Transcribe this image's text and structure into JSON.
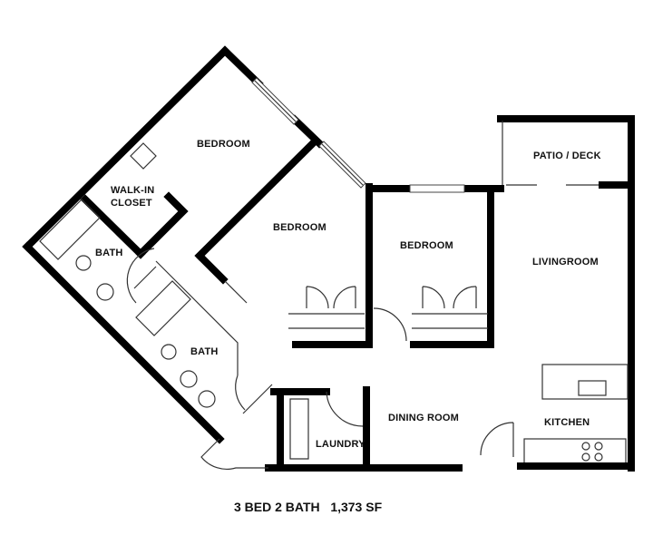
{
  "floorplan": {
    "summary": {
      "bedrooms": "3 BED",
      "baths": "2 BATH",
      "area": "1,373 SF",
      "caption": "3 BED 2 BATH   1,373 SF"
    },
    "rooms": [
      {
        "id": "bedroom-1",
        "label": "BEDROOM"
      },
      {
        "id": "walk-in-closet",
        "label": "WALK-IN\nCLOSET",
        "line1": "WALK-IN",
        "line2": "CLOSET"
      },
      {
        "id": "bedroom-2",
        "label": "BEDROOM"
      },
      {
        "id": "bedroom-3",
        "label": "BEDROOM"
      },
      {
        "id": "patio-deck",
        "label": "PATIO / DECK"
      },
      {
        "id": "livingroom",
        "label": "LIVINGROOM"
      },
      {
        "id": "bath-1",
        "label": "BATH"
      },
      {
        "id": "bath-2",
        "label": "BATH"
      },
      {
        "id": "dining-room",
        "label": "DINING ROOM"
      },
      {
        "id": "kitchen",
        "label": "KITCHEN"
      },
      {
        "id": "laundry",
        "label": "LAUNDRY"
      }
    ],
    "colors": {
      "wall": "#000000",
      "background": "#ffffff",
      "fixture": "#333333"
    }
  }
}
